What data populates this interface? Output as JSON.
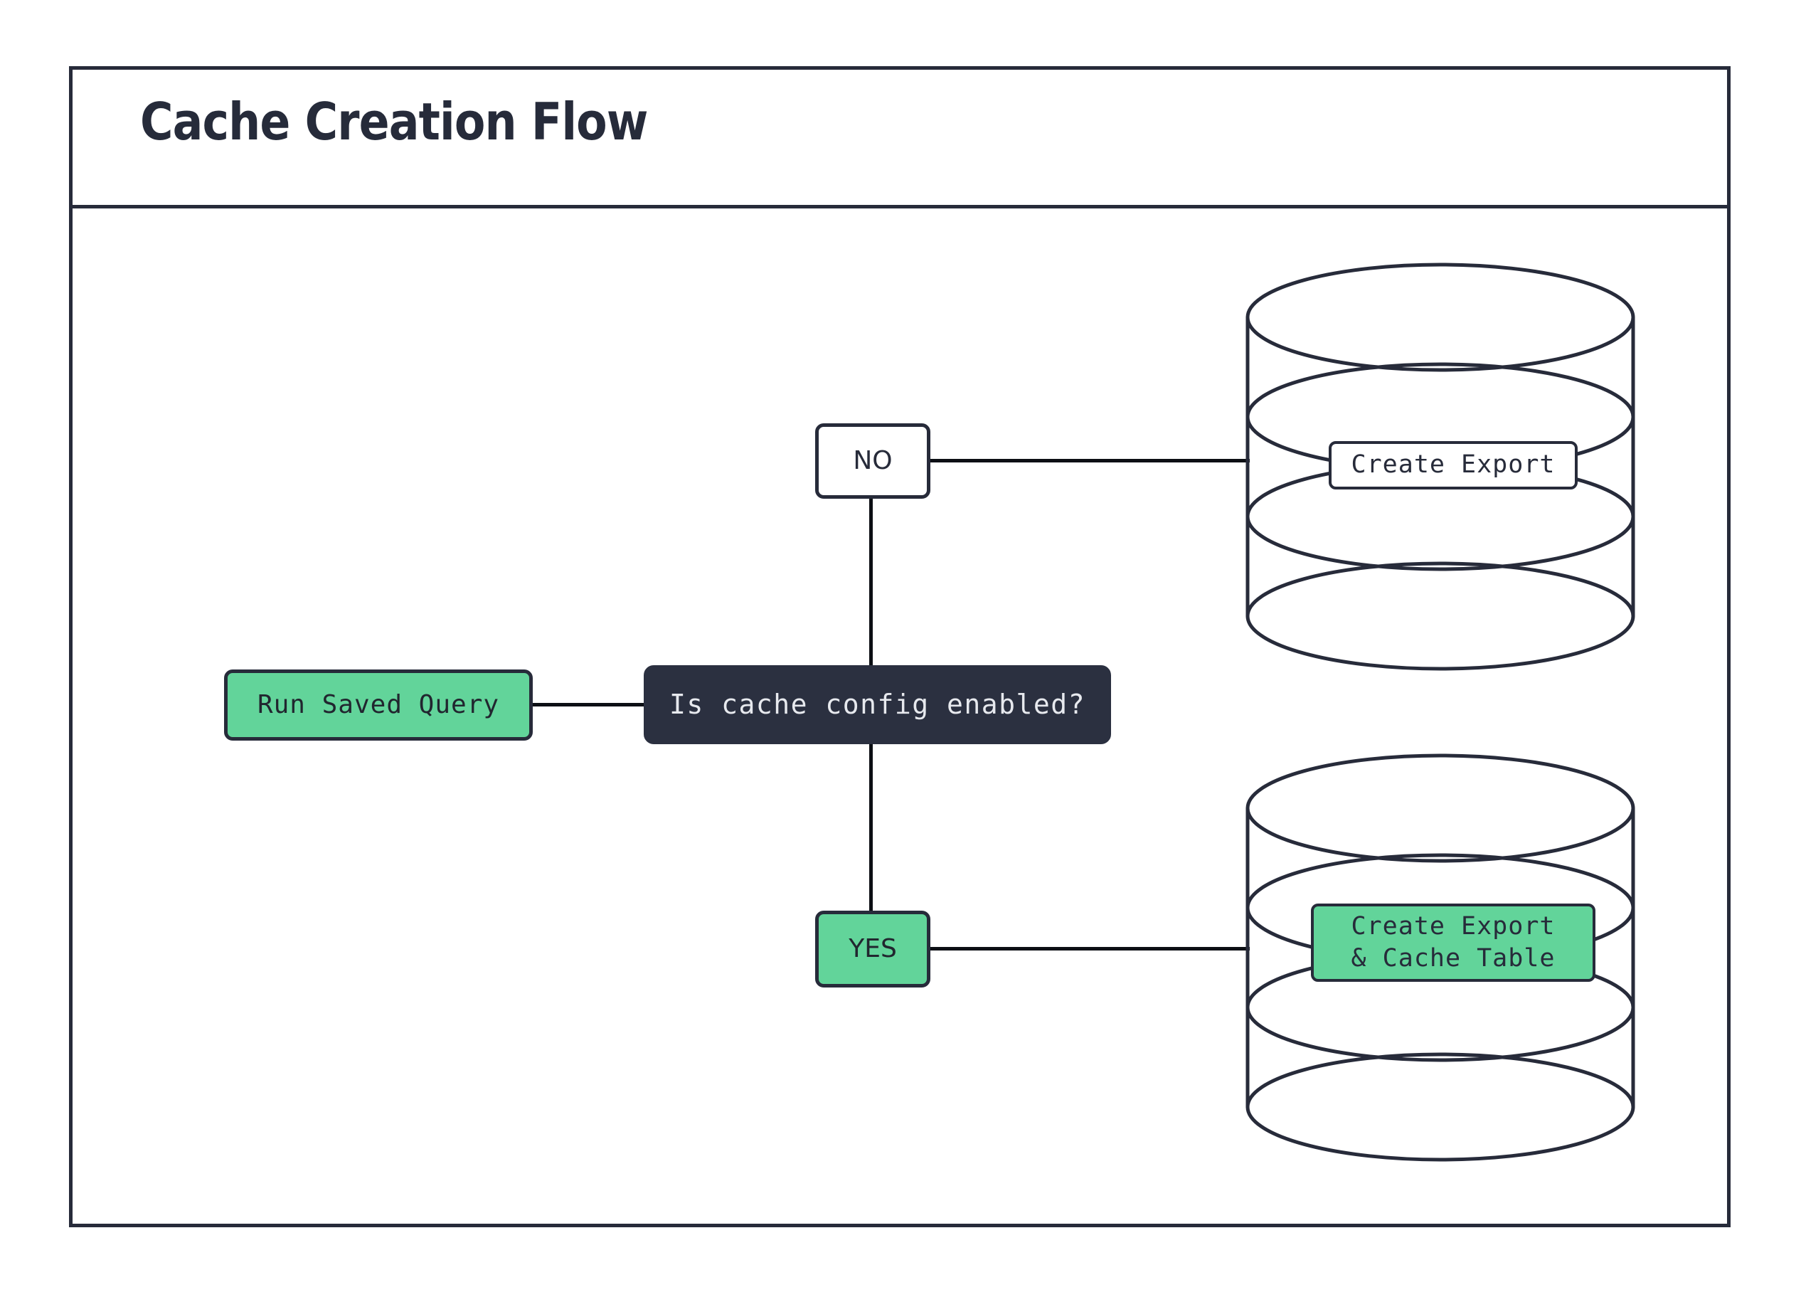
{
  "diagram": {
    "title": "Cache Creation Flow",
    "nodes": {
      "run_saved_query": {
        "label": "Run Saved Query",
        "shape": "rounded-rect",
        "fill": "#62d49a"
      },
      "decision": {
        "label": "Is cache config enabled?",
        "shape": "rounded-rect",
        "fill": "#2b3040",
        "text_color": "#e7e9ee"
      },
      "edge_label_no": {
        "label": "NO",
        "shape": "rounded-rect",
        "fill": "#ffffff"
      },
      "edge_label_yes": {
        "label": "YES",
        "shape": "rounded-rect",
        "fill": "#62d49a"
      },
      "db_top": {
        "label": "Create Export",
        "shape": "cylinder",
        "label_fill": "#ffffff"
      },
      "db_bottom": {
        "label": "Create Export\n& Cache Table",
        "shape": "cylinder",
        "label_fill": "#62d49a"
      }
    },
    "edges": [
      {
        "from": "run_saved_query",
        "to": "decision",
        "label": ""
      },
      {
        "from": "decision",
        "to": "edge_label_no",
        "label": "NO"
      },
      {
        "from": "edge_label_no",
        "to": "db_top",
        "label": ""
      },
      {
        "from": "decision",
        "to": "edge_label_yes",
        "label": "YES"
      },
      {
        "from": "edge_label_yes",
        "to": "db_bottom",
        "label": ""
      }
    ],
    "colors": {
      "ink": "#272b3a",
      "accent_green": "#62d49a",
      "dark_fill": "#2b3040",
      "light_text": "#e7e9ee",
      "canvas": "#ffffff"
    }
  }
}
